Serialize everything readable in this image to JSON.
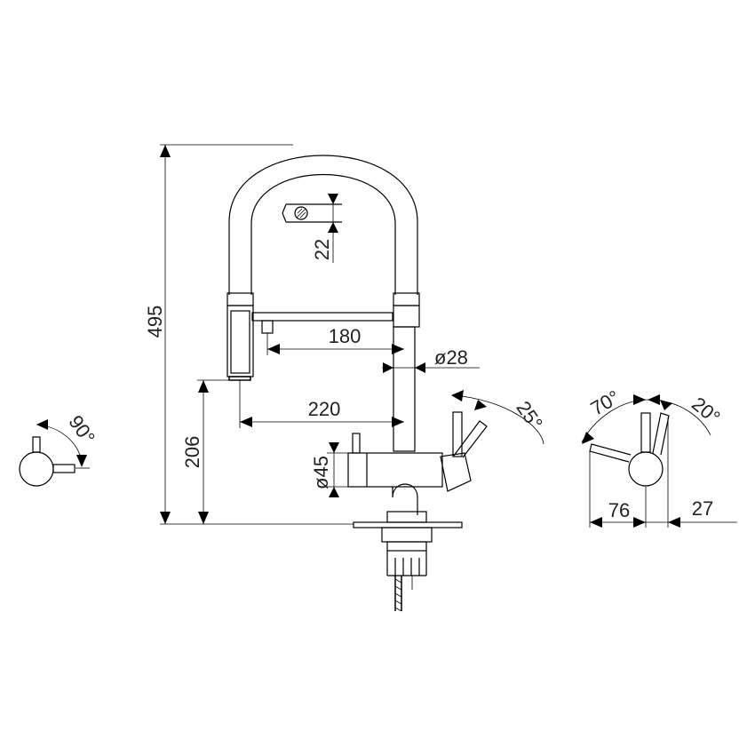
{
  "dimensions": {
    "overall_height": "495",
    "spray_base_height": "206",
    "spout_reach": "180",
    "spray_reach": "220",
    "clearance": "22",
    "column_diameter": "ø28",
    "body_diameter": "ø45",
    "handle_side_angle": "90°",
    "handle_tilt_angle": "25°",
    "top_left_angle": "70°",
    "top_right_angle": "20°",
    "top_left_offset": "76",
    "top_right_offset": "27"
  }
}
